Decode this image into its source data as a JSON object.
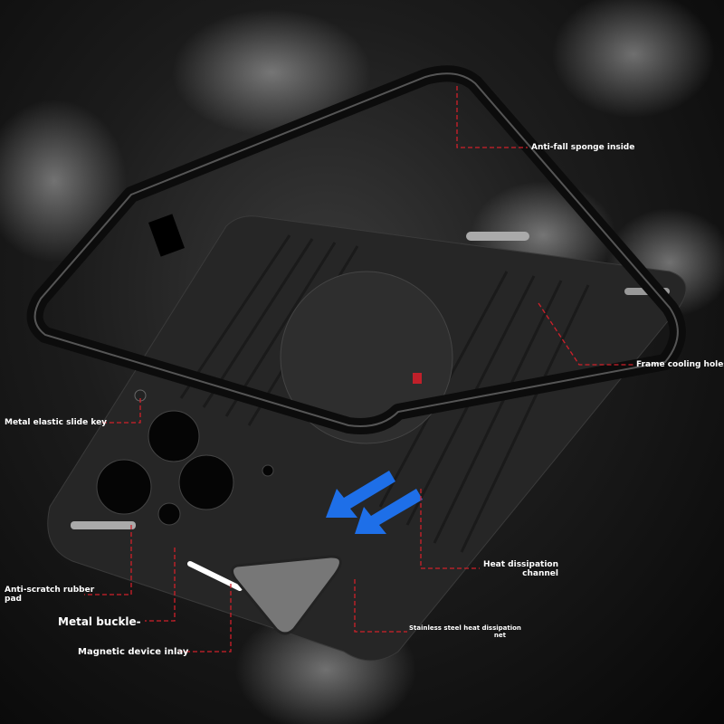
{
  "labels": {
    "anti_fall": "Anti-fall sponge inside",
    "frame_cooling": "Frame cooling holes",
    "slide_key": "Metal elastic slide key",
    "heat_channel_1": "Heat dissipation",
    "heat_channel_2": "channel",
    "rubber_pad_1": "Anti-scratch rubber",
    "rubber_pad_2": "pad",
    "metal_buckle": "Metal buckle-",
    "steel_net_1": "Stainless steel heat dissipation",
    "steel_net_2": "net",
    "magnetic": "Magnetic device inlay"
  },
  "colors": {
    "leader": "#d0202a",
    "accent_arrow": "#1e6fe8",
    "frame": "#111111",
    "plate": "#2a2a2a"
  }
}
